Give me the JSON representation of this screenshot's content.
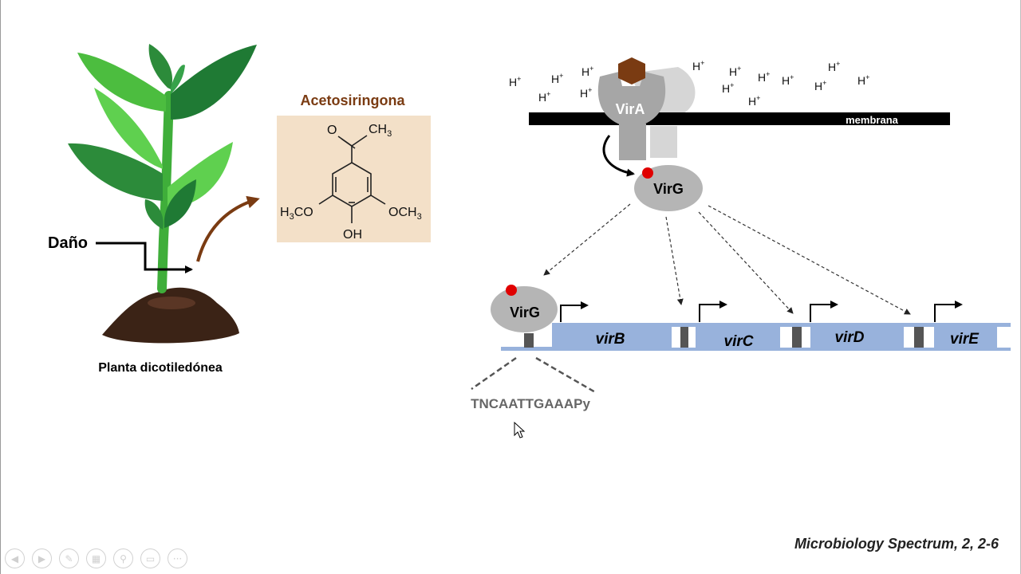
{
  "plant": {
    "damage_label": "Daño",
    "caption": "Planta dicotiledónea"
  },
  "compound": {
    "title": "Acetosiringona",
    "atoms": {
      "o": "O",
      "ch3": "CH",
      "sub3": "3",
      "h3c_h": "H",
      "h3c_3": "3",
      "h3c_c": "CO",
      "och3": "OCH",
      "och3_3": "3",
      "oh": "OH"
    },
    "box_color": "#f3e0c8"
  },
  "receptor": {
    "vira": "VirA",
    "membrane": "membrana",
    "proton": "H",
    "proton_sup": "+",
    "ligand_color": "#7a3b12"
  },
  "regulator": {
    "virg_top": "VirG",
    "virg_bound": "VirG",
    "phosphate_color": "#e00000"
  },
  "genes": {
    "virB": "virB",
    "virC": "virC",
    "virD": "virD",
    "virE": "virE",
    "bar_color": "#98b2dc"
  },
  "sequence": "TNCAATTGAAAPy",
  "citation": "Microbiology Spectrum, 2, 2-6",
  "toolbar": {
    "prev": "◀",
    "next": "▶",
    "pen": "✎",
    "slides": "▦",
    "zoom": "⚲",
    "subtitles": "▭",
    "more": "···"
  }
}
